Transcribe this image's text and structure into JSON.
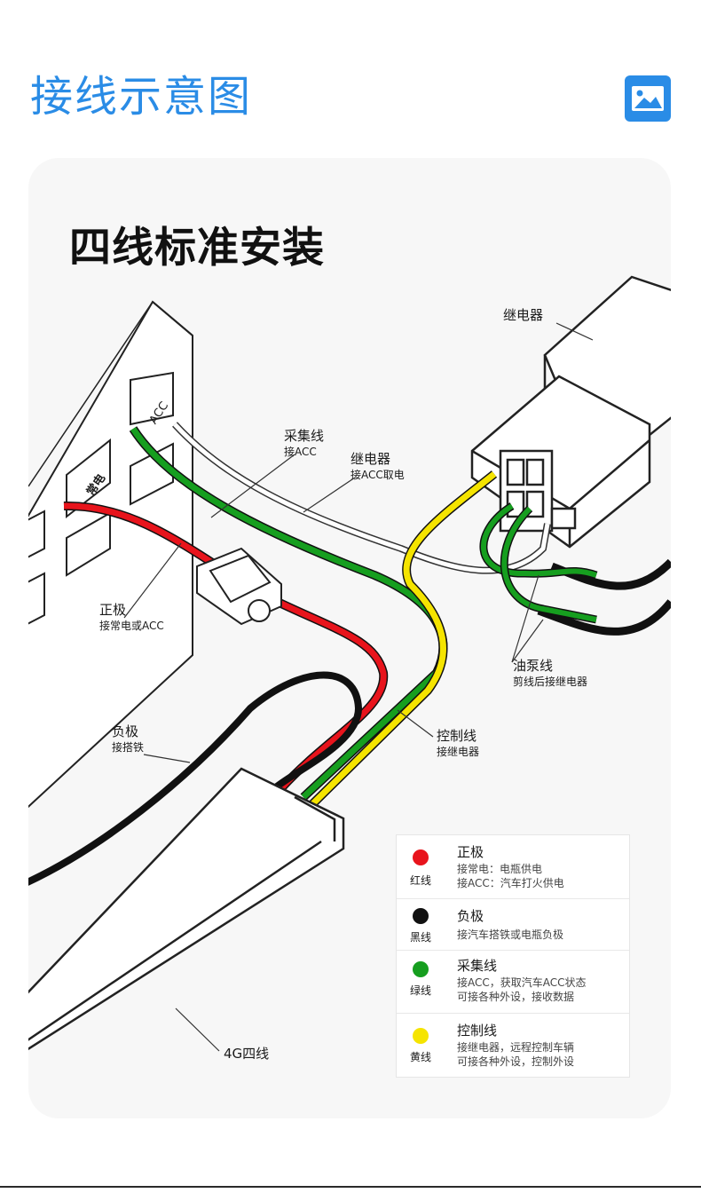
{
  "page_title": "接线示意图",
  "icons": {
    "header": "image-icon"
  },
  "colors": {
    "title_blue": "#2a8ce6",
    "wire_red": "#e8141c",
    "wire_black": "#111111",
    "wire_green": "#169e1f",
    "wire_yellow": "#f5e400"
  },
  "diagram": {
    "heading": "四线标准安装",
    "fuse_box_labels": {
      "acc": "ACC",
      "normal": "常电"
    },
    "callouts": {
      "relay": "继电器",
      "collect": {
        "title": "采集线",
        "sub": "接ACC"
      },
      "relay_wire": {
        "title": "继电器",
        "sub": "接ACC取电"
      },
      "positive": {
        "title": "正极",
        "sub": "接常电或ACC"
      },
      "pump": {
        "title": "油泵线",
        "sub": "剪线后接继电器"
      },
      "negative": {
        "title": "负极",
        "sub": "接搭铁"
      },
      "control": {
        "title": "控制线",
        "sub": "接继电器"
      },
      "device": "4G四线"
    }
  },
  "legend": [
    {
      "color_name": "红线",
      "color": "#e8141c",
      "title": "正极",
      "lines": [
        "接常电：电瓶供电",
        "接ACC：汽车打火供电"
      ]
    },
    {
      "color_name": "黑线",
      "color": "#111111",
      "title": "负极",
      "lines": [
        "接汽车搭铁或电瓶负极"
      ]
    },
    {
      "color_name": "绿线",
      "color": "#169e1f",
      "title": "采集线",
      "lines": [
        "接ACC，获取汽车ACC状态",
        "可接各种外设，接收数据"
      ]
    },
    {
      "color_name": "黄线",
      "color": "#f5e400",
      "title": "控制线",
      "lines": [
        "接继电器，远程控制车辆",
        "可接各种外设，控制外设"
      ]
    }
  ]
}
